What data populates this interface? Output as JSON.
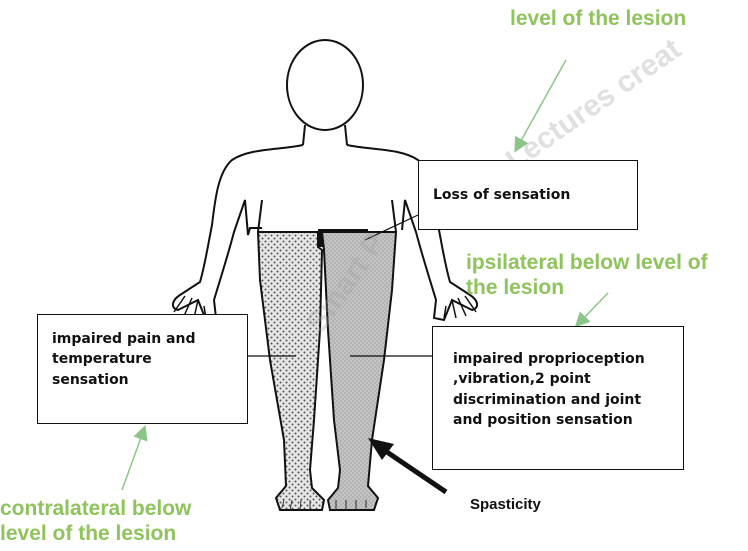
{
  "labels": {
    "top_green": "level of the lesion",
    "ipsi_green_line1": "ipsilateral below level of",
    "ipsi_green_line2": "the lesion",
    "contra_green_line1": "contralateral  below",
    "contra_green_line2": "level of the lesion",
    "loss_box": "Loss of sensation",
    "pain_box_line1": "impaired pain and",
    "pain_box_line2": "temperature",
    "pain_box_line3": "sensation",
    "prop_box_line1": "impaired proprioception",
    "prop_box_line2": ",vibration,2 point",
    "prop_box_line3": "discrimination and joint",
    "prop_box_line4": "and position sensation",
    "spasticity": "Spasticity"
  },
  "colors": {
    "green_text": "#8fc35c",
    "green_arrow": "#8cc48a",
    "outline": "#111111",
    "lesion_band": "#111111",
    "stipple_leg": "#d8d8d8",
    "shaded_leg": "#bdbdbd"
  }
}
